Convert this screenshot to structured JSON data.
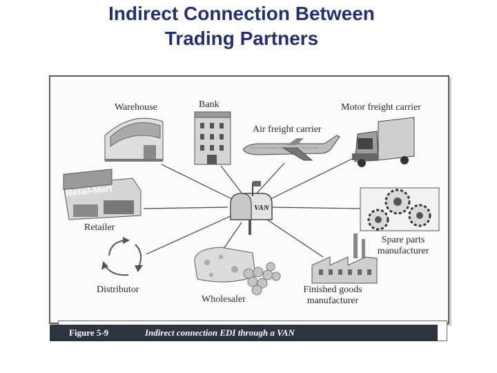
{
  "slide": {
    "title_line1": "Indirect Connection Between",
    "title_line2": "Trading Partners"
  },
  "diagram": {
    "hub": {
      "label": "VAN"
    },
    "nodes": {
      "warehouse": "Warehouse",
      "bank": "Bank",
      "air_carrier": "Air freight carrier",
      "motor_carrier": "Motor freight carrier",
      "retailer": "Retailer",
      "retailer_sign": "Retail-Mart",
      "spare_parts_line1": "Spare parts",
      "spare_parts_line2": "manufacturer",
      "distributor": "Distributor",
      "wholesaler": "Wholesaler",
      "finished_goods_line1": "Finished goods",
      "finished_goods_line2": "manufacturer"
    }
  },
  "caption": {
    "figure_number": "Figure 5-9",
    "text": "Indirect connection EDI through a VAN"
  },
  "colors": {
    "title": "#23306b",
    "caption_bar": "#2e3340"
  }
}
